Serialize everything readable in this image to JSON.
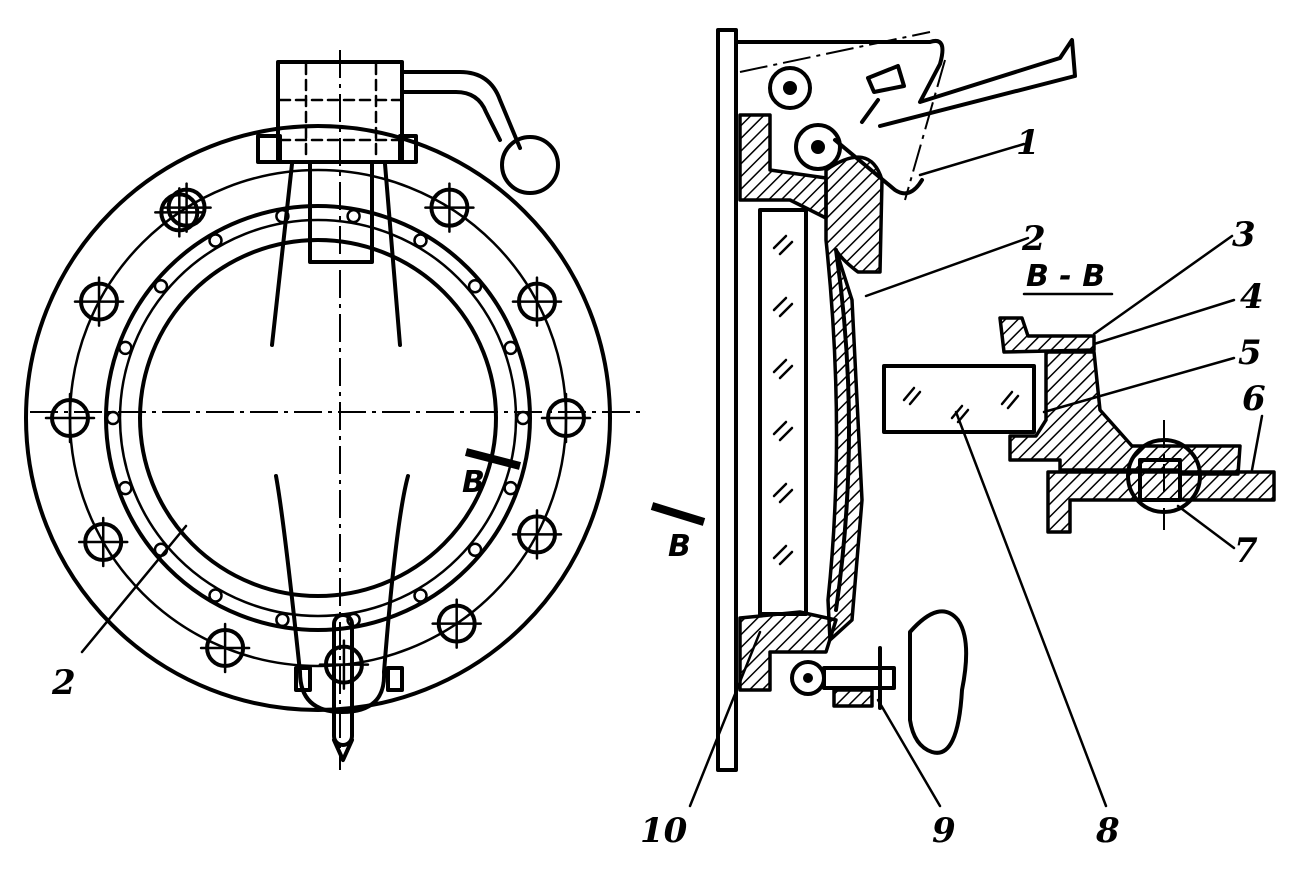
{
  "labels": {
    "n1": "1",
    "n2_side": "2",
    "n2_front": "2",
    "n3": "3",
    "n4": "4",
    "n5": "5",
    "n6": "6",
    "n7": "7",
    "n8": "8",
    "n9": "9",
    "n10": "10",
    "cut_mark_1": "B",
    "cut_mark_2": "B",
    "section_title": "B - B"
  }
}
